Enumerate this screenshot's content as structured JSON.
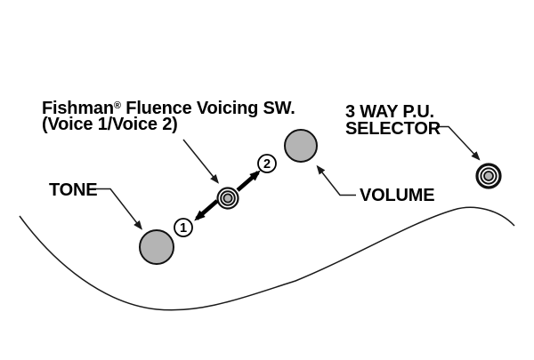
{
  "colors": {
    "background": "#ffffff",
    "text": "#000000",
    "line": "#1a1a1a",
    "knob_fill": "#b4b4b4",
    "knob_stroke": "#111111"
  },
  "labels": {
    "voicing_switch": {
      "brand": "Fishman",
      "registered": "®",
      "rest": " Fluence Voicing SW.",
      "line2": "(Voice 1/Voice 2)"
    },
    "tone": "TONE",
    "volume": "VOLUME",
    "pickup_selector": {
      "line1": "3 WAY P.U.",
      "line2": "SELECTOR"
    }
  },
  "markers": {
    "voice1": "1",
    "voice2": "2"
  }
}
